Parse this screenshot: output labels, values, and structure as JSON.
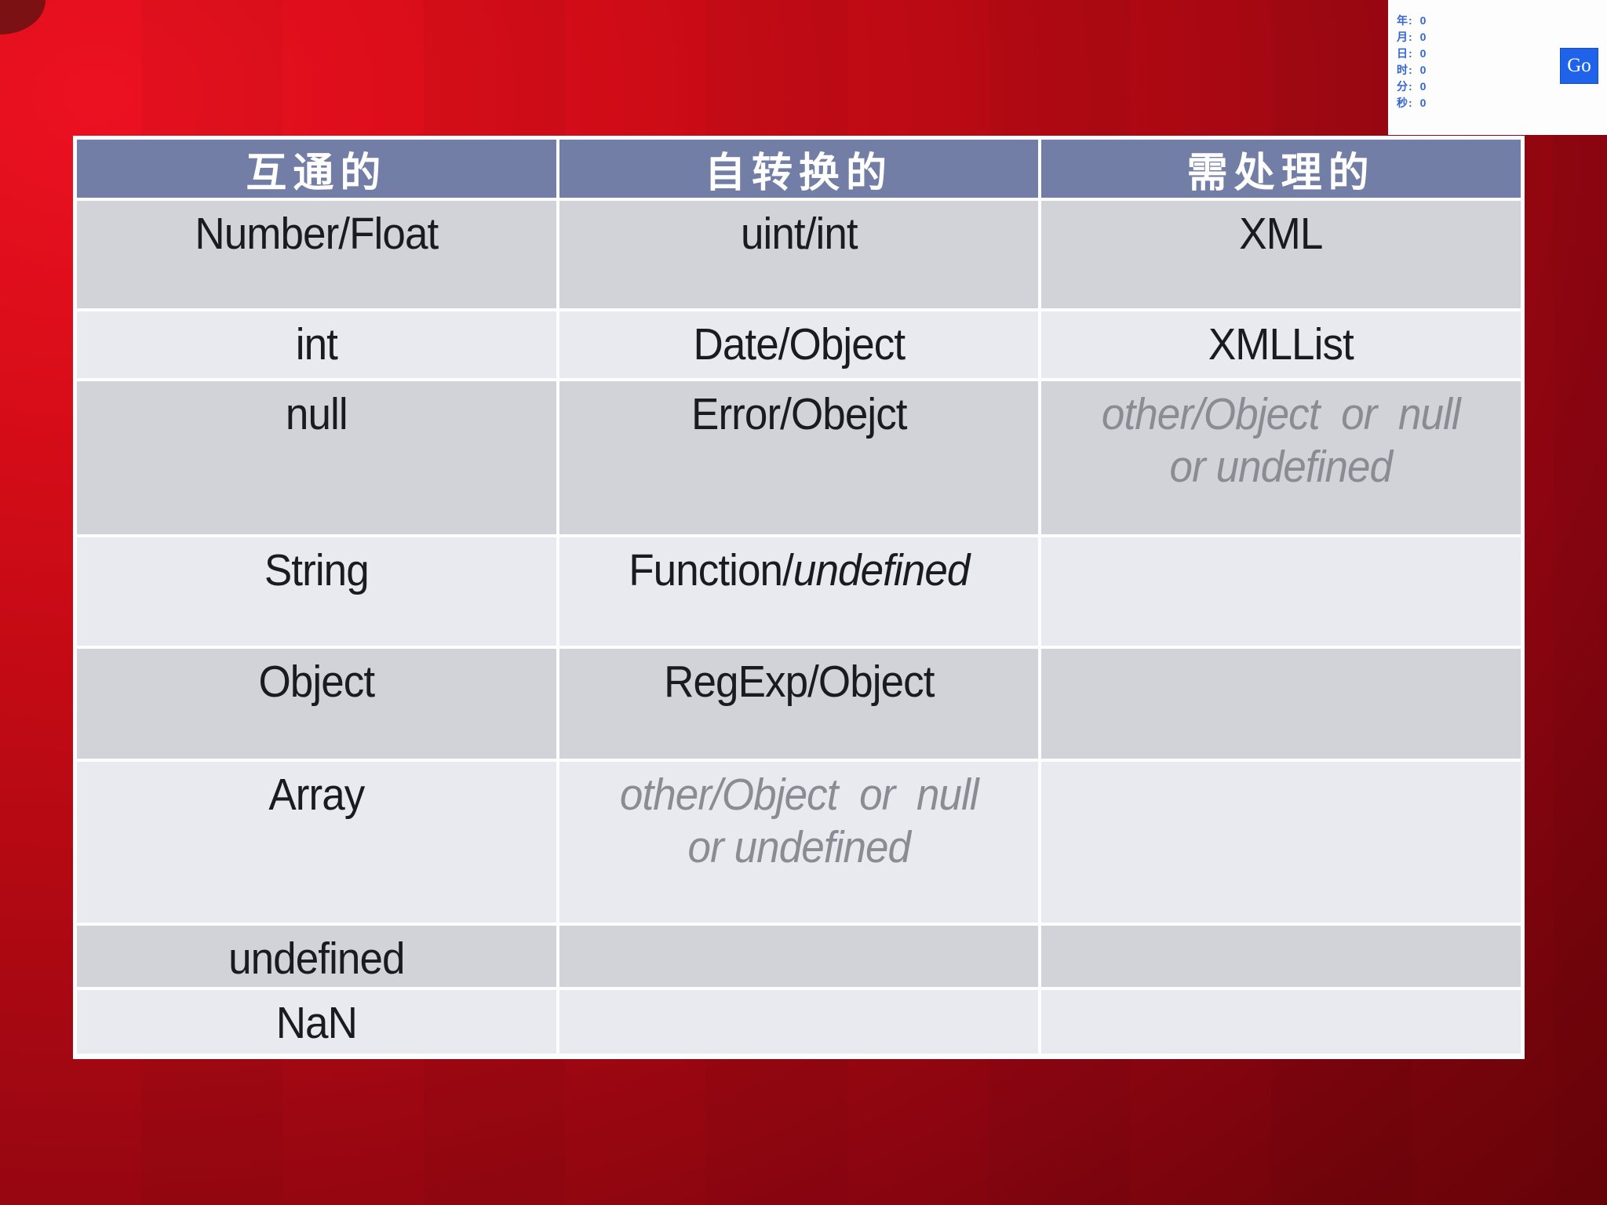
{
  "timer_panel": {
    "fields": [
      {
        "label": "年:",
        "value": "0"
      },
      {
        "label": "月:",
        "value": "0"
      },
      {
        "label": "日:",
        "value": "0"
      },
      {
        "label": "时:",
        "value": "0"
      },
      {
        "label": "分:",
        "value": "0"
      },
      {
        "label": "秒:",
        "value": "0"
      }
    ],
    "go_button_label": "Go"
  },
  "table": {
    "column_headers": [
      "互通的",
      "自转换的",
      "需处理的"
    ],
    "rows": [
      {
        "shade": "dark",
        "cells": [
          {
            "text": "Number/Float"
          },
          {
            "text": "uint/int"
          },
          {
            "text": "XML"
          }
        ]
      },
      {
        "shade": "light",
        "cells": [
          {
            "text": "int"
          },
          {
            "text": "Date/Object"
          },
          {
            "text": "XMLList"
          }
        ]
      },
      {
        "shade": "dark",
        "cells": [
          {
            "text": "null"
          },
          {
            "text": "Error/Obejct"
          },
          {
            "text": "other/Object  or  null\nor undefined",
            "muted": true
          }
        ]
      },
      {
        "shade": "light",
        "cells": [
          {
            "text": "String"
          },
          {
            "segments": [
              {
                "text": "Function/"
              },
              {
                "text": "undefined",
                "italic": true
              }
            ]
          },
          {
            "text": ""
          }
        ]
      },
      {
        "shade": "dark",
        "cells": [
          {
            "text": "Object"
          },
          {
            "text": "RegExp/Object"
          },
          {
            "text": ""
          }
        ]
      },
      {
        "shade": "light",
        "cells": [
          {
            "text": "Array"
          },
          {
            "text": "other/Object  or  null\nor undefined",
            "muted": true
          },
          {
            "text": ""
          }
        ]
      },
      {
        "shade": "dark",
        "cells": [
          {
            "text": "undefined"
          },
          {
            "text": ""
          },
          {
            "text": ""
          }
        ]
      },
      {
        "shade": "light",
        "cells": [
          {
            "text": "NaN"
          },
          {
            "text": ""
          },
          {
            "text": ""
          }
        ]
      }
    ]
  },
  "colors": {
    "background_red_bright": "#ec1120",
    "background_red_dark": "#5a0206",
    "header_bg": "#727ea6",
    "row_dark": "#d2d2d9",
    "row_light": "#e9e9f0",
    "muted_text": "#8b8b93",
    "timer_text": "#3565cf",
    "go_button_bg": "#1e63ea"
  }
}
